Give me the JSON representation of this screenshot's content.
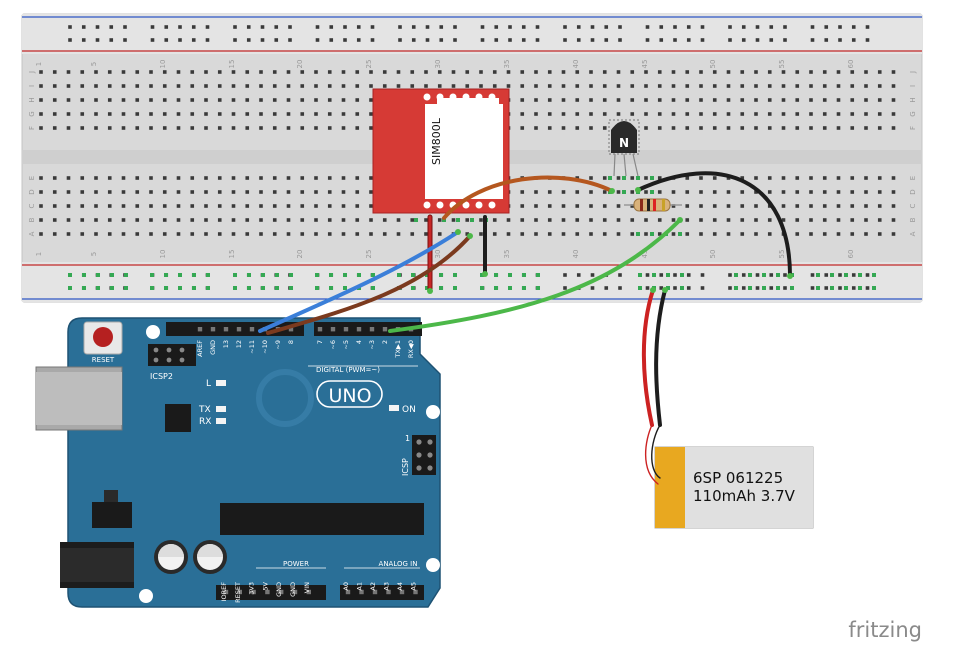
{
  "breadboard": {
    "column_numbers": [
      "1",
      "5",
      "10",
      "15",
      "20",
      "25",
      "30",
      "35",
      "40",
      "45",
      "50",
      "55",
      "60"
    ],
    "row_letters_top": [
      "J",
      "I",
      "H",
      "G",
      "F"
    ],
    "row_letters_bottom": [
      "E",
      "D",
      "C",
      "B",
      "A"
    ]
  },
  "sim_module": {
    "label": "SIM800L"
  },
  "transistor": {
    "label": "N"
  },
  "arduino": {
    "reset_label": "RESET",
    "icsp2_label": "ICSP2",
    "icsp_label": "ICSP",
    "logo": "UNO",
    "digital_label": "DIGITAL (PWM=~)",
    "led_labels": [
      "L",
      "TX",
      "RX"
    ],
    "on_label": "ON",
    "icsp_pin1": "1",
    "power_label": "POWER",
    "analog_label": "ANALOG IN",
    "digital_pins": [
      "AREF",
      "GND",
      "13",
      "12",
      "~11",
      "~10",
      "~9",
      "8",
      "7",
      "~6",
      "~5",
      "4",
      "~3",
      "2",
      "TX▶1",
      "RX◀0"
    ],
    "power_pins": [
      "IOREF",
      "RESET",
      "3V3",
      "5V",
      "GND",
      "GND",
      "VIN"
    ],
    "analog_pins": [
      "A0",
      "A1",
      "A2",
      "A3",
      "A4",
      "A5"
    ]
  },
  "battery": {
    "line1": "6SP 061225",
    "line2": "110mAh 3.7V"
  },
  "watermark": "fritzing",
  "colors": {
    "board_teal": "#2a6f97",
    "wire_blue": "#3b7fd9",
    "wire_brown": "#7b3a1e",
    "wire_green": "#4cb849",
    "wire_black": "#1d1d1d",
    "wire_red": "#cc2222",
    "wire_orange": "#b5571f",
    "sim_red": "#d32f2f",
    "battery_gold": "#e8a820"
  }
}
